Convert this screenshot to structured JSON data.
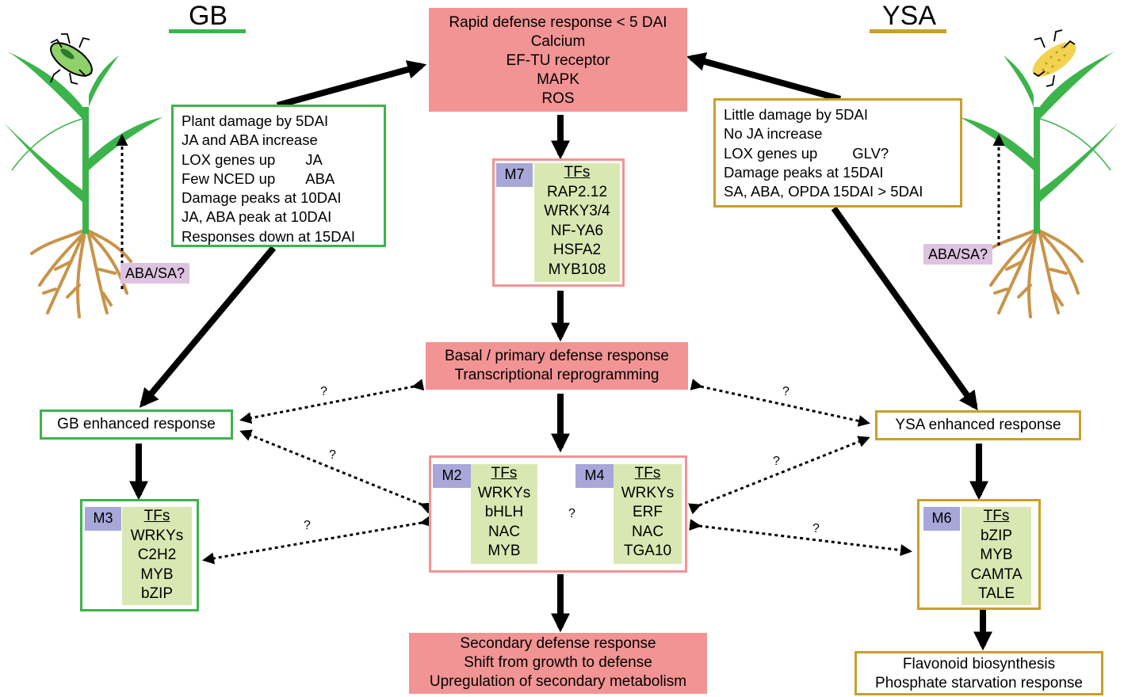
{
  "header": {
    "left_title": "GB",
    "right_title": "YSA"
  },
  "rapid": {
    "lines": [
      "Rapid defense response < 5 DAI",
      "Calcium",
      "EF-TU receptor",
      "MAPK",
      "ROS"
    ]
  },
  "gb_info": {
    "lines": [
      "Plant damage by 5DAI",
      "JA and ABA increase",
      "LOX genes up",
      "JA",
      "Few NCED up",
      "ABA",
      "Damage peaks at 10DAI",
      "JA, ABA peak at 10DAI",
      "Responses down at 15DAI"
    ]
  },
  "ysa_info": {
    "lines": [
      "Little damage by 5DAI",
      "No JA increase",
      "LOX genes up",
      "GLV?",
      "Damage peaks at 15DAI",
      "SA, ABA, OPDA 15DAI > 5DAI"
    ]
  },
  "m7": {
    "label": "M7",
    "header": "TFs",
    "items": [
      "RAP2.12",
      "WRKY3/4",
      "NF-YA6",
      "HSFA2",
      "MYB108"
    ]
  },
  "basal": {
    "lines": [
      "Basal / primary defense response",
      "Transcriptional reprogramming"
    ]
  },
  "gb_enhanced": {
    "label": "GB enhanced response"
  },
  "ysa_enhanced": {
    "label": "YSA enhanced response"
  },
  "m2": {
    "label": "M2",
    "header": "TFs",
    "items": [
      "WRKYs",
      "bHLH",
      "NAC",
      "MYB"
    ]
  },
  "m4": {
    "label": "M4",
    "header": "TFs",
    "items": [
      "WRKYs",
      "ERF",
      "NAC",
      "TGA10"
    ]
  },
  "m3": {
    "label": "M3",
    "header": "TFs",
    "items": [
      "WRKYs",
      "C2H2",
      "MYB",
      "bZIP"
    ]
  },
  "m6": {
    "label": "M6",
    "header": "TFs",
    "items": [
      "bZIP",
      "MYB",
      "CAMTA",
      "TALE"
    ]
  },
  "secondary": {
    "lines": [
      "Secondary defense response",
      "Shift from growth to defense",
      "Upregulation of secondary metabolism"
    ]
  },
  "flavonoid": {
    "lines": [
      "Flavonoid biosynthesis",
      "Phosphate starvation response"
    ]
  },
  "hormone_left": {
    "label": "ABA/SA?"
  },
  "hormone_right": {
    "label": "ABA/SA?"
  },
  "question_mark": "?",
  "colors": {
    "green": "#3cb44b",
    "gold": "#c8a02a",
    "red_fill": "#f29494",
    "tf_fill": "#d9e8b3",
    "module_fill": "#a7a7d9",
    "hormone_fill": "#dcc3df",
    "root": "#c8944a"
  }
}
